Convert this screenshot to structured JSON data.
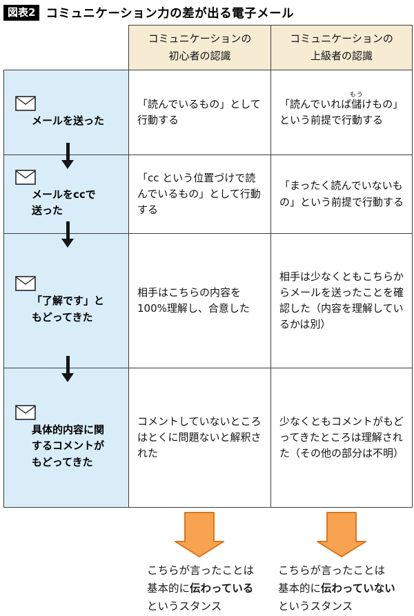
{
  "figure": {
    "badge": "図表2",
    "title": "コミュニケーション力の差が出る電子メール"
  },
  "table": {
    "header_beginner": "コミュニケーションの\n初心者の認識",
    "header_expert": "コミュニケーションの\n上級者の認識",
    "rows": [
      {
        "stage": "メールを送った",
        "beginner": "「読んでいるもの」として行動する",
        "expert_before": "「読んでいれば",
        "expert_ruby_base": "儲",
        "expert_ruby_text": "もう",
        "expert_after": "けもの」という前提で行動する"
      },
      {
        "stage": "メールをccで\n送った",
        "beginner": "「cc という位置づけで読んでいるもの」として行動する",
        "expert": "「まったく読んでいないもの」という前提で行動する"
      },
      {
        "stage": "「了解です」と\nもどってきた",
        "beginner": "相手はこちらの内容を100%理解し、合意した",
        "expert": "相手は少なくともこちらからメールを送ったことを確認した（内容を理解しているかは別）"
      },
      {
        "stage": "具体的内容に関\nするコメントが\nもどってきた",
        "beginner": "コメントしていないところはとくに問題ないと解釈された",
        "expert": "少なくともコメントがもどってきたところは理解された（その他の部分は不明）"
      }
    ]
  },
  "conclusions": [
    {
      "line1": "こちらが言ったことは",
      "line2_pre": "基本的に",
      "line2_bold": "伝わっている",
      "line3": "というスタンス"
    },
    {
      "line1": "こちらが言ったことは",
      "line2_pre": "基本的に",
      "line2_bold": "伝わっていない",
      "line3": "というスタンス"
    }
  ],
  "icons": {
    "envelope": "✉",
    "flow_arrow": "▼",
    "result_arrow": "⬇"
  },
  "colors": {
    "header_bg": "#f6ecd3",
    "stage_bg": "#d9edf9",
    "result_arrow_fill": "#f7a34f",
    "result_arrow_stroke": "#d9771f",
    "table_border": "#3b3b3b",
    "badge_bg": "#000000",
    "badge_text": "#ffffff"
  }
}
